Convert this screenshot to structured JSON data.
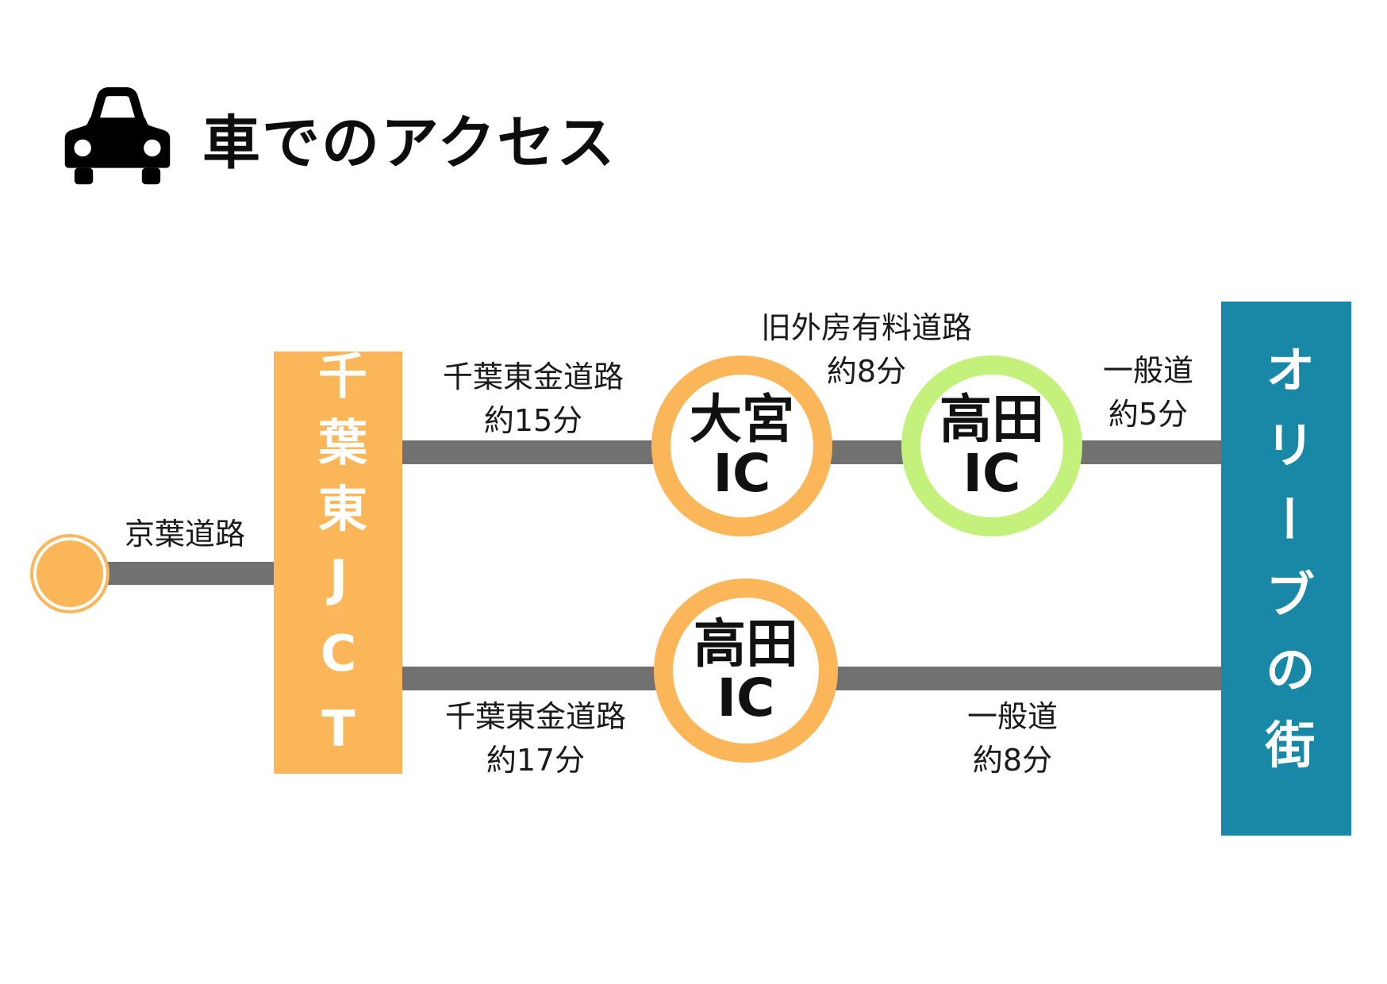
{
  "header": {
    "title": "車でのアクセス",
    "icon": "car-icon"
  },
  "colors": {
    "orange": "#FAB659",
    "green": "#C3F17C",
    "teal": "#1987A6",
    "road_gray": "#717171",
    "text": "#111111",
    "node_fill": "#FFFFFF"
  },
  "diagram": {
    "start": {
      "road": "京葉道路"
    },
    "junction": {
      "name": "千葉東JCT"
    },
    "destination": {
      "name": "オリーブの街"
    },
    "upper_route": {
      "seg1": {
        "road": "千葉東金道路",
        "time": "約15分"
      },
      "ic1": {
        "name": "大宮",
        "suffix": "IC",
        "ring": "orange"
      },
      "seg2": {
        "road": "旧外房有料道路",
        "time": "約8分"
      },
      "ic2": {
        "name": "高田",
        "suffix": "IC",
        "ring": "green"
      },
      "seg3": {
        "road": "一般道",
        "time": "約5分"
      }
    },
    "lower_route": {
      "seg1": {
        "road": "千葉東金道路",
        "time": "約17分"
      },
      "ic1": {
        "name": "高田",
        "suffix": "IC",
        "ring": "orange"
      },
      "seg2": {
        "road": "一般道",
        "time": "約8分"
      }
    }
  }
}
